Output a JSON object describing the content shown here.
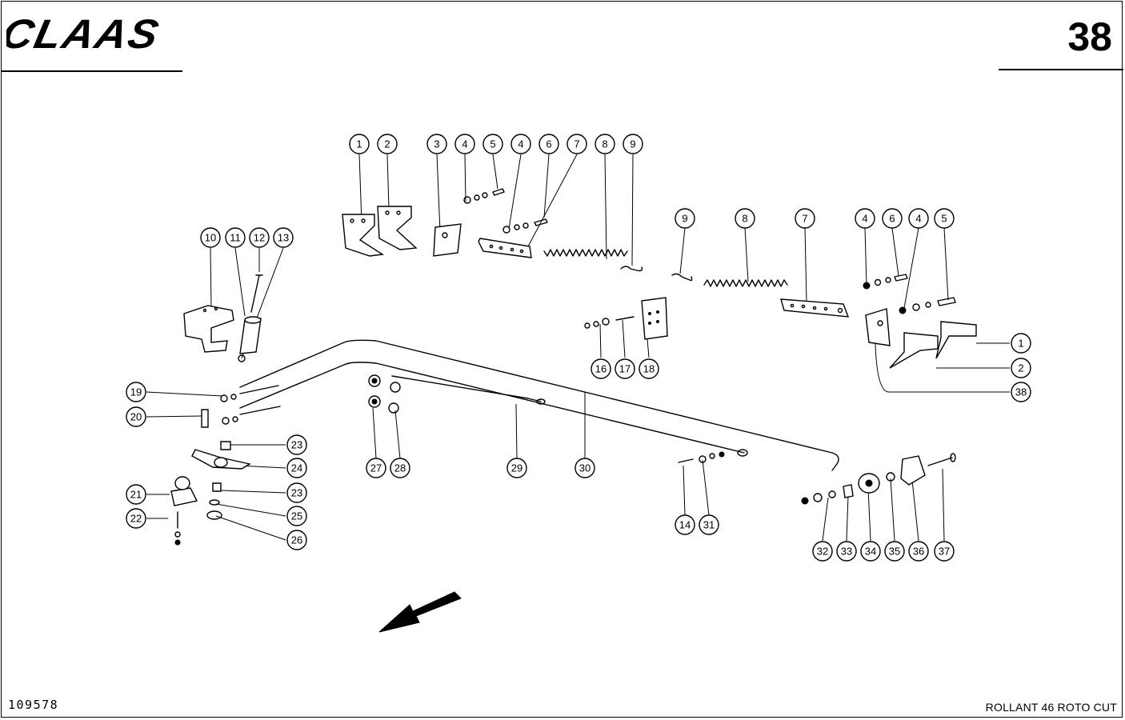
{
  "header": {
    "brand": "CLAAS",
    "page_number": "38"
  },
  "footer": {
    "drawing_number": "109578",
    "model": "ROLLANT 46 ROTO CUT"
  },
  "icons": {
    "brand_logo": "claas-logo",
    "direction": "travel-direction-arrow"
  },
  "callouts": {
    "top_row": [
      "1",
      "2",
      "3",
      "4",
      "5",
      "4",
      "6",
      "7",
      "8",
      "9"
    ],
    "right_row": [
      "9",
      "8",
      "7",
      "4",
      "6",
      "4",
      "5"
    ],
    "right_side": [
      "1",
      "2",
      "38"
    ],
    "mount_group": [
      "10",
      "11",
      "12",
      "13"
    ],
    "bolt_group": [
      "16",
      "17",
      "18"
    ],
    "left_group": [
      "19",
      "20",
      "21",
      "22",
      "23",
      "24",
      "23",
      "25",
      "26"
    ],
    "rod_group": [
      "27",
      "28",
      "29",
      "30"
    ],
    "pin_group": [
      "14",
      "31"
    ],
    "bottom_right": [
      "32",
      "33",
      "34",
      "35",
      "36",
      "37"
    ]
  }
}
